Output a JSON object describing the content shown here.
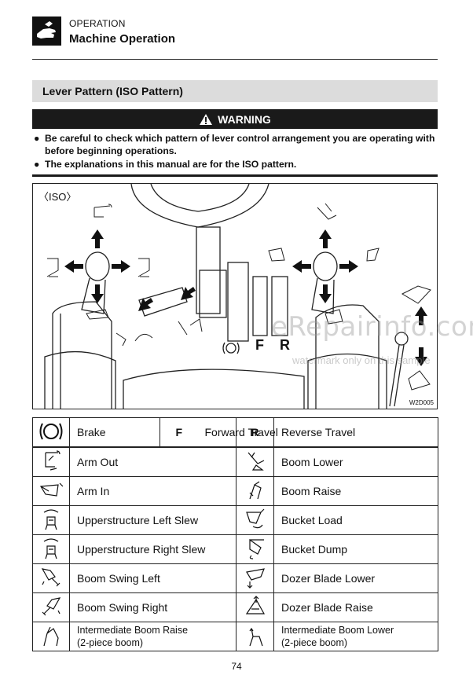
{
  "header": {
    "section": "OPERATION",
    "title": "Machine Operation"
  },
  "section_title": "Lever Pattern (ISO Pattern)",
  "warning": {
    "label": "WARNING",
    "items": [
      "Be careful to check which pattern of lever control arrangement you are operating with before beginning operations.",
      "The explanations in this manual are for the ISO pattern."
    ]
  },
  "illustration": {
    "iso_label": "〈ISO〉",
    "code": "W2D005",
    "letter_f": "F",
    "letter_r": "R",
    "watermark": "eRepairinfo.com",
    "watermark_note": "watermark only on this sample"
  },
  "legend": {
    "brake": "Brake",
    "forward_letter": "F",
    "forward": "Forward Travel",
    "reverse_letter": "R",
    "reverse": "Reverse Travel",
    "rows": [
      {
        "left_icon": "arm-out-icon",
        "left": "Arm Out",
        "right_icon": "boom-lower-icon",
        "right": "Boom Lower"
      },
      {
        "left_icon": "arm-in-icon",
        "left": "Arm In",
        "right_icon": "boom-raise-icon",
        "right": "Boom Raise"
      },
      {
        "left_icon": "slew-left-icon",
        "left": "Upperstructure Left Slew",
        "right_icon": "bucket-load-icon",
        "right": "Bucket Load"
      },
      {
        "left_icon": "slew-right-icon",
        "left": "Upperstructure Right Slew",
        "right_icon": "bucket-dump-icon",
        "right": "Bucket Dump"
      },
      {
        "left_icon": "boom-swing-left-icon",
        "left": "Boom Swing Left",
        "right_icon": "dozer-lower-icon",
        "right": "Dozer Blade Lower"
      },
      {
        "left_icon": "boom-swing-right-icon",
        "left": "Boom Swing Right",
        "right_icon": "dozer-raise-icon",
        "right": "Dozer Blade Raise"
      }
    ],
    "last": {
      "left_line1": "Intermediate Boom Raise",
      "left_line2": "(2-piece boom)",
      "right_line1": "Intermediate Boom Lower",
      "right_line2": "(2-piece boom)"
    }
  },
  "page_number": "74"
}
